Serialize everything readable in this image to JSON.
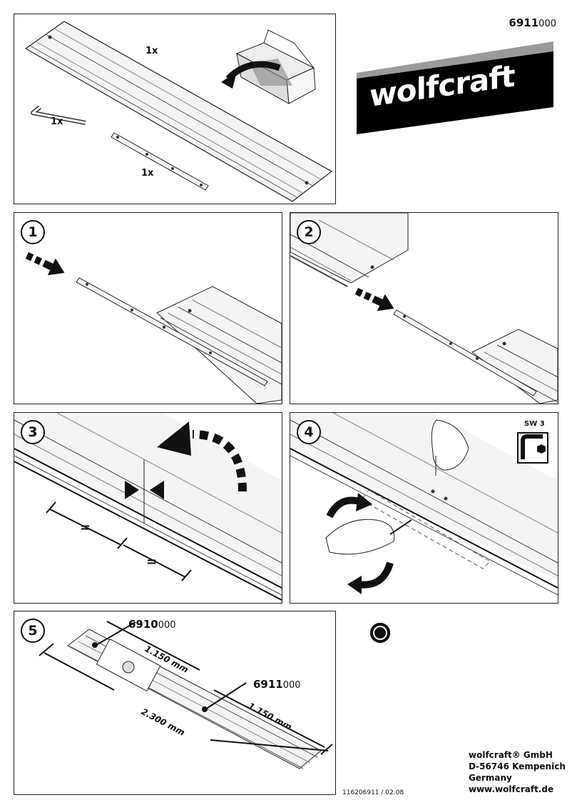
{
  "header": {
    "article_number_bold": "6911",
    "article_number_suffix": "000",
    "brand": "wolfcraft",
    "brand_mark": "®"
  },
  "contents": {
    "qty_profile": "1x",
    "qty_hex_key": "1x",
    "qty_connector": "1x"
  },
  "steps": {
    "step1": "1",
    "step2": "2",
    "step3": "3",
    "step4": "4",
    "step5": "5"
  },
  "step3": {
    "equal_left": "=",
    "equal_right": "="
  },
  "step4": {
    "tool_label": "SW 3"
  },
  "step5": {
    "article_a_bold": "6910",
    "article_a_suffix": "000",
    "article_b_bold": "6911",
    "article_b_suffix": "000",
    "length_a": "1.150 mm",
    "length_b": "1.150 mm",
    "length_total": "2.300 mm"
  },
  "safety_icons": [
    "dust-mask-icon",
    "safety-goggles-icon",
    "ear-protection-icon",
    "gloves-icon",
    "read-manual-icon",
    "unplug-icon"
  ],
  "footer": {
    "doc_number": "116206911 / 02.08",
    "company": "wolfcraft® GmbH",
    "address": "D-56746 Kempenich",
    "country": "Germany",
    "website": "www.wolfcraft.de"
  }
}
